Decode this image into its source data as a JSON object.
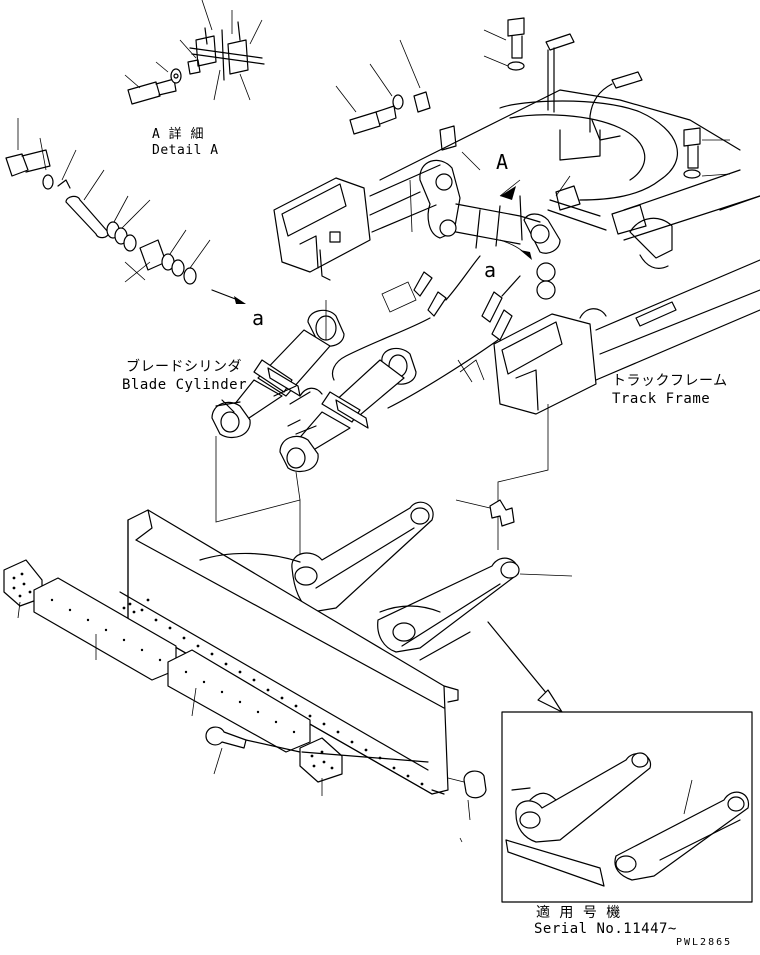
{
  "labels": {
    "detail_a_jp": "A 詳 細",
    "detail_a_en": "Detail A",
    "ref_a_lower": "a",
    "ref_a_mid": "a",
    "ref_a_upper": "A",
    "blade_cylinder_jp": "ブレードシリンダ",
    "blade_cylinder_en": "Blade Cylinder",
    "track_frame_jp": "トラックフレーム",
    "track_frame_en": "Track Frame",
    "serial_jp": "適 用 号 機",
    "serial_en": "Serial No.11447~",
    "drawing_code": "PWL2865"
  }
}
